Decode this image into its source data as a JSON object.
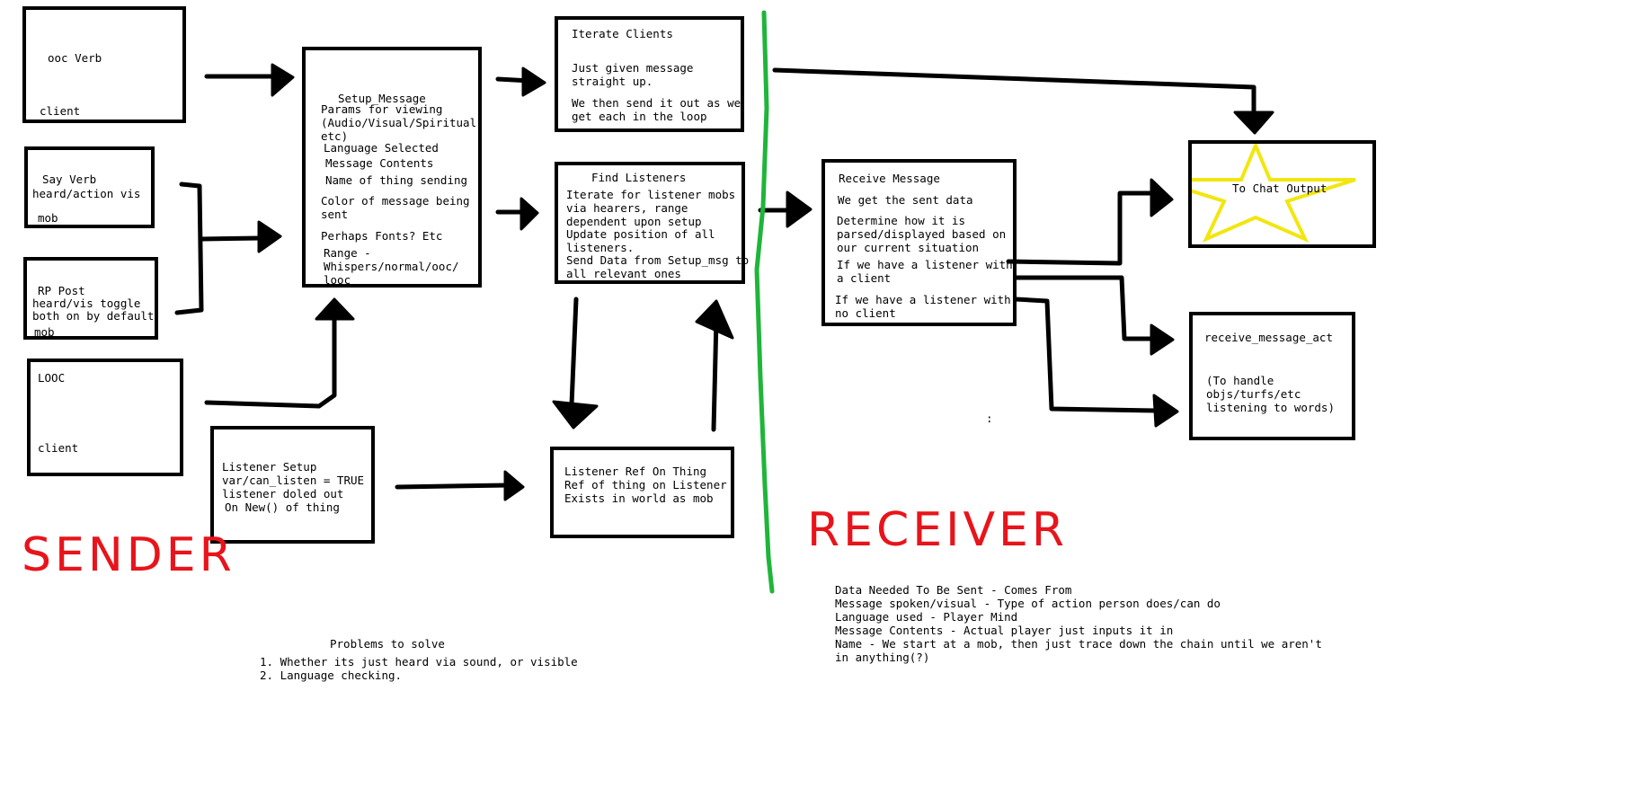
{
  "boxes": {
    "ooc_verb": {
      "title": "ooc Verb",
      "foot": "client"
    },
    "say_verb": {
      "line1": "Say Verb",
      "line2": "heard/action vis",
      "foot": "mob"
    },
    "rp_post": {
      "line1": "RP Post",
      "line2": "heard/vis toggle",
      "line3": "both on by default",
      "foot": "mob"
    },
    "looc": {
      "title": "LOOC",
      "foot": "client"
    },
    "setup_message": {
      "title": "Setup_Message",
      "p1": "Params for viewing\n(Audio/Visual/Spiritual\netc)",
      "p2": "Language Selected",
      "p3": "Message Contents",
      "p4": "Name of thing sending",
      "p5": "Color of message being\nsent",
      "p6": "Perhaps Fonts? Etc",
      "p7": "Range -\nWhispers/normal/ooc/\nlooc"
    },
    "listener_setup": {
      "p1": "Listener Setup\nvar/can_listen = TRUE\nlistener doled out",
      "p2": "On New() of thing"
    },
    "iterate_clients": {
      "title": "Iterate Clients",
      "p1": "Just given message\nstraight up.",
      "p2": "We then send it out as we\nget each in the loop"
    },
    "find_listeners": {
      "title": "Find Listeners",
      "p1": "Iterate for listener mobs\nvia hearers, range\ndependent upon setup",
      "p2": "Update position of all\nlisteners.",
      "p3": "Send Data from Setup_msg to\nall relevant ones"
    },
    "listener_ref": {
      "p1": "Listener Ref On Thing\nRef of thing on Listener\nExists in world as mob"
    },
    "receive_message": {
      "title": "Receive Message",
      "p1": "We get the sent data",
      "p2": "Determine how it is\nparsed/displayed based on\nour current situation",
      "p3": "If we have a listener with\na client",
      "p4": "If we have a listener with\nno client"
    },
    "chat_output": {
      "title": "To Chat Output"
    },
    "receive_message_act": {
      "title": "receive_message_act",
      "p1": "(To handle\nobjs/turfs/etc\nlistening to words)"
    }
  },
  "labels": {
    "sender": "SENDER",
    "receiver": "RECEIVER",
    "stray_mark": ":"
  },
  "problems": {
    "title": "Problems to solve",
    "items": "1. Whether its just heard via sound, or visible\n2. Language checking."
  },
  "data_needed": {
    "text": "Data Needed To Be Sent - Comes From\nMessage spoken/visual - Type of action person does/can do\nLanguage used - Player Mind\nMessage Contents - Actual player just inputs it in\nName - We start at a mob, then just trace down the chain until we aren't\nin anything(?)"
  },
  "colors": {
    "divider": "#1fb53a",
    "label_red": "#e8141b",
    "star": "#f2e60f",
    "ink": "#000000"
  }
}
